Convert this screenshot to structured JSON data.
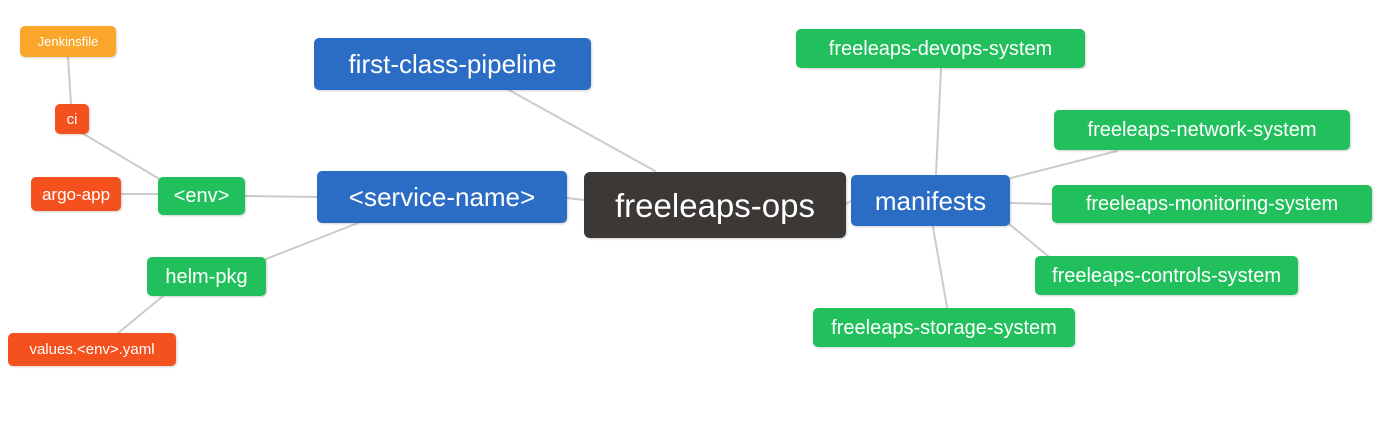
{
  "diagram": {
    "type": "mindmap",
    "root_label": "freeleaps-ops",
    "colors": {
      "root_bg": "#3b3836",
      "branch_bg": "#2b6cc4",
      "leaf_green_bg": "#21c05c",
      "leaf_red_bg": "#f4511e",
      "leaf_orange_bg": "#f9a62a",
      "edge": "#cbcbcb",
      "text": "#ffffff",
      "background": "#ffffff"
    },
    "nodes": [
      {
        "id": "jenkinsfile",
        "label": "Jenkinsfile",
        "color_role": "orange",
        "parent": "ci"
      },
      {
        "id": "ci",
        "label": "ci",
        "color_role": "red",
        "parent": "env"
      },
      {
        "id": "argo-app",
        "label": "argo-app",
        "color_role": "red",
        "parent": "env"
      },
      {
        "id": "env",
        "label": "<env>",
        "color_role": "green",
        "parent": "service-name"
      },
      {
        "id": "helm-pkg",
        "label": "helm-pkg",
        "color_role": "green",
        "parent": "service-name"
      },
      {
        "id": "values-env-yaml",
        "label": "values.<env>.yaml",
        "color_role": "red",
        "parent": "helm-pkg"
      },
      {
        "id": "first-class-pipeline",
        "label": "first-class-pipeline",
        "color_role": "branch",
        "parent": "freeleaps-ops"
      },
      {
        "id": "service-name",
        "label": "<service-name>",
        "color_role": "branch",
        "parent": "freeleaps-ops"
      },
      {
        "id": "freeleaps-ops",
        "label": "freeleaps-ops",
        "color_role": "root",
        "parent": null
      },
      {
        "id": "manifests",
        "label": "manifests",
        "color_role": "branch",
        "parent": "freeleaps-ops"
      },
      {
        "id": "freeleaps-devops-system",
        "label": "freeleaps-devops-system",
        "color_role": "green",
        "parent": "manifests"
      },
      {
        "id": "freeleaps-network-system",
        "label": "freeleaps-network-system",
        "color_role": "green",
        "parent": "manifests"
      },
      {
        "id": "freeleaps-monitoring-system",
        "label": "freeleaps-monitoring-system",
        "color_role": "green",
        "parent": "manifests"
      },
      {
        "id": "freeleaps-controls-system",
        "label": "freeleaps-controls-system",
        "color_role": "green",
        "parent": "manifests"
      },
      {
        "id": "freeleaps-storage-system",
        "label": "freeleaps-storage-system",
        "color_role": "green",
        "parent": "manifests"
      }
    ],
    "edges": [
      [
        "Jenkinsfile",
        "ci"
      ],
      [
        "ci",
        "<env>"
      ],
      [
        "argo-app",
        "<env>"
      ],
      [
        "<env>",
        "<service-name>"
      ],
      [
        "<service-name>",
        "helm-pkg"
      ],
      [
        "helm-pkg",
        "values.<env>.yaml"
      ],
      [
        "<service-name>",
        "freeleaps-ops"
      ],
      [
        "first-class-pipeline",
        "freeleaps-ops"
      ],
      [
        "freeleaps-ops",
        "manifests"
      ],
      [
        "manifests",
        "freeleaps-devops-system"
      ],
      [
        "manifests",
        "freeleaps-network-system"
      ],
      [
        "manifests",
        "freeleaps-monitoring-system"
      ],
      [
        "manifests",
        "freeleaps-controls-system"
      ],
      [
        "manifests",
        "freeleaps-storage-system"
      ]
    ]
  }
}
